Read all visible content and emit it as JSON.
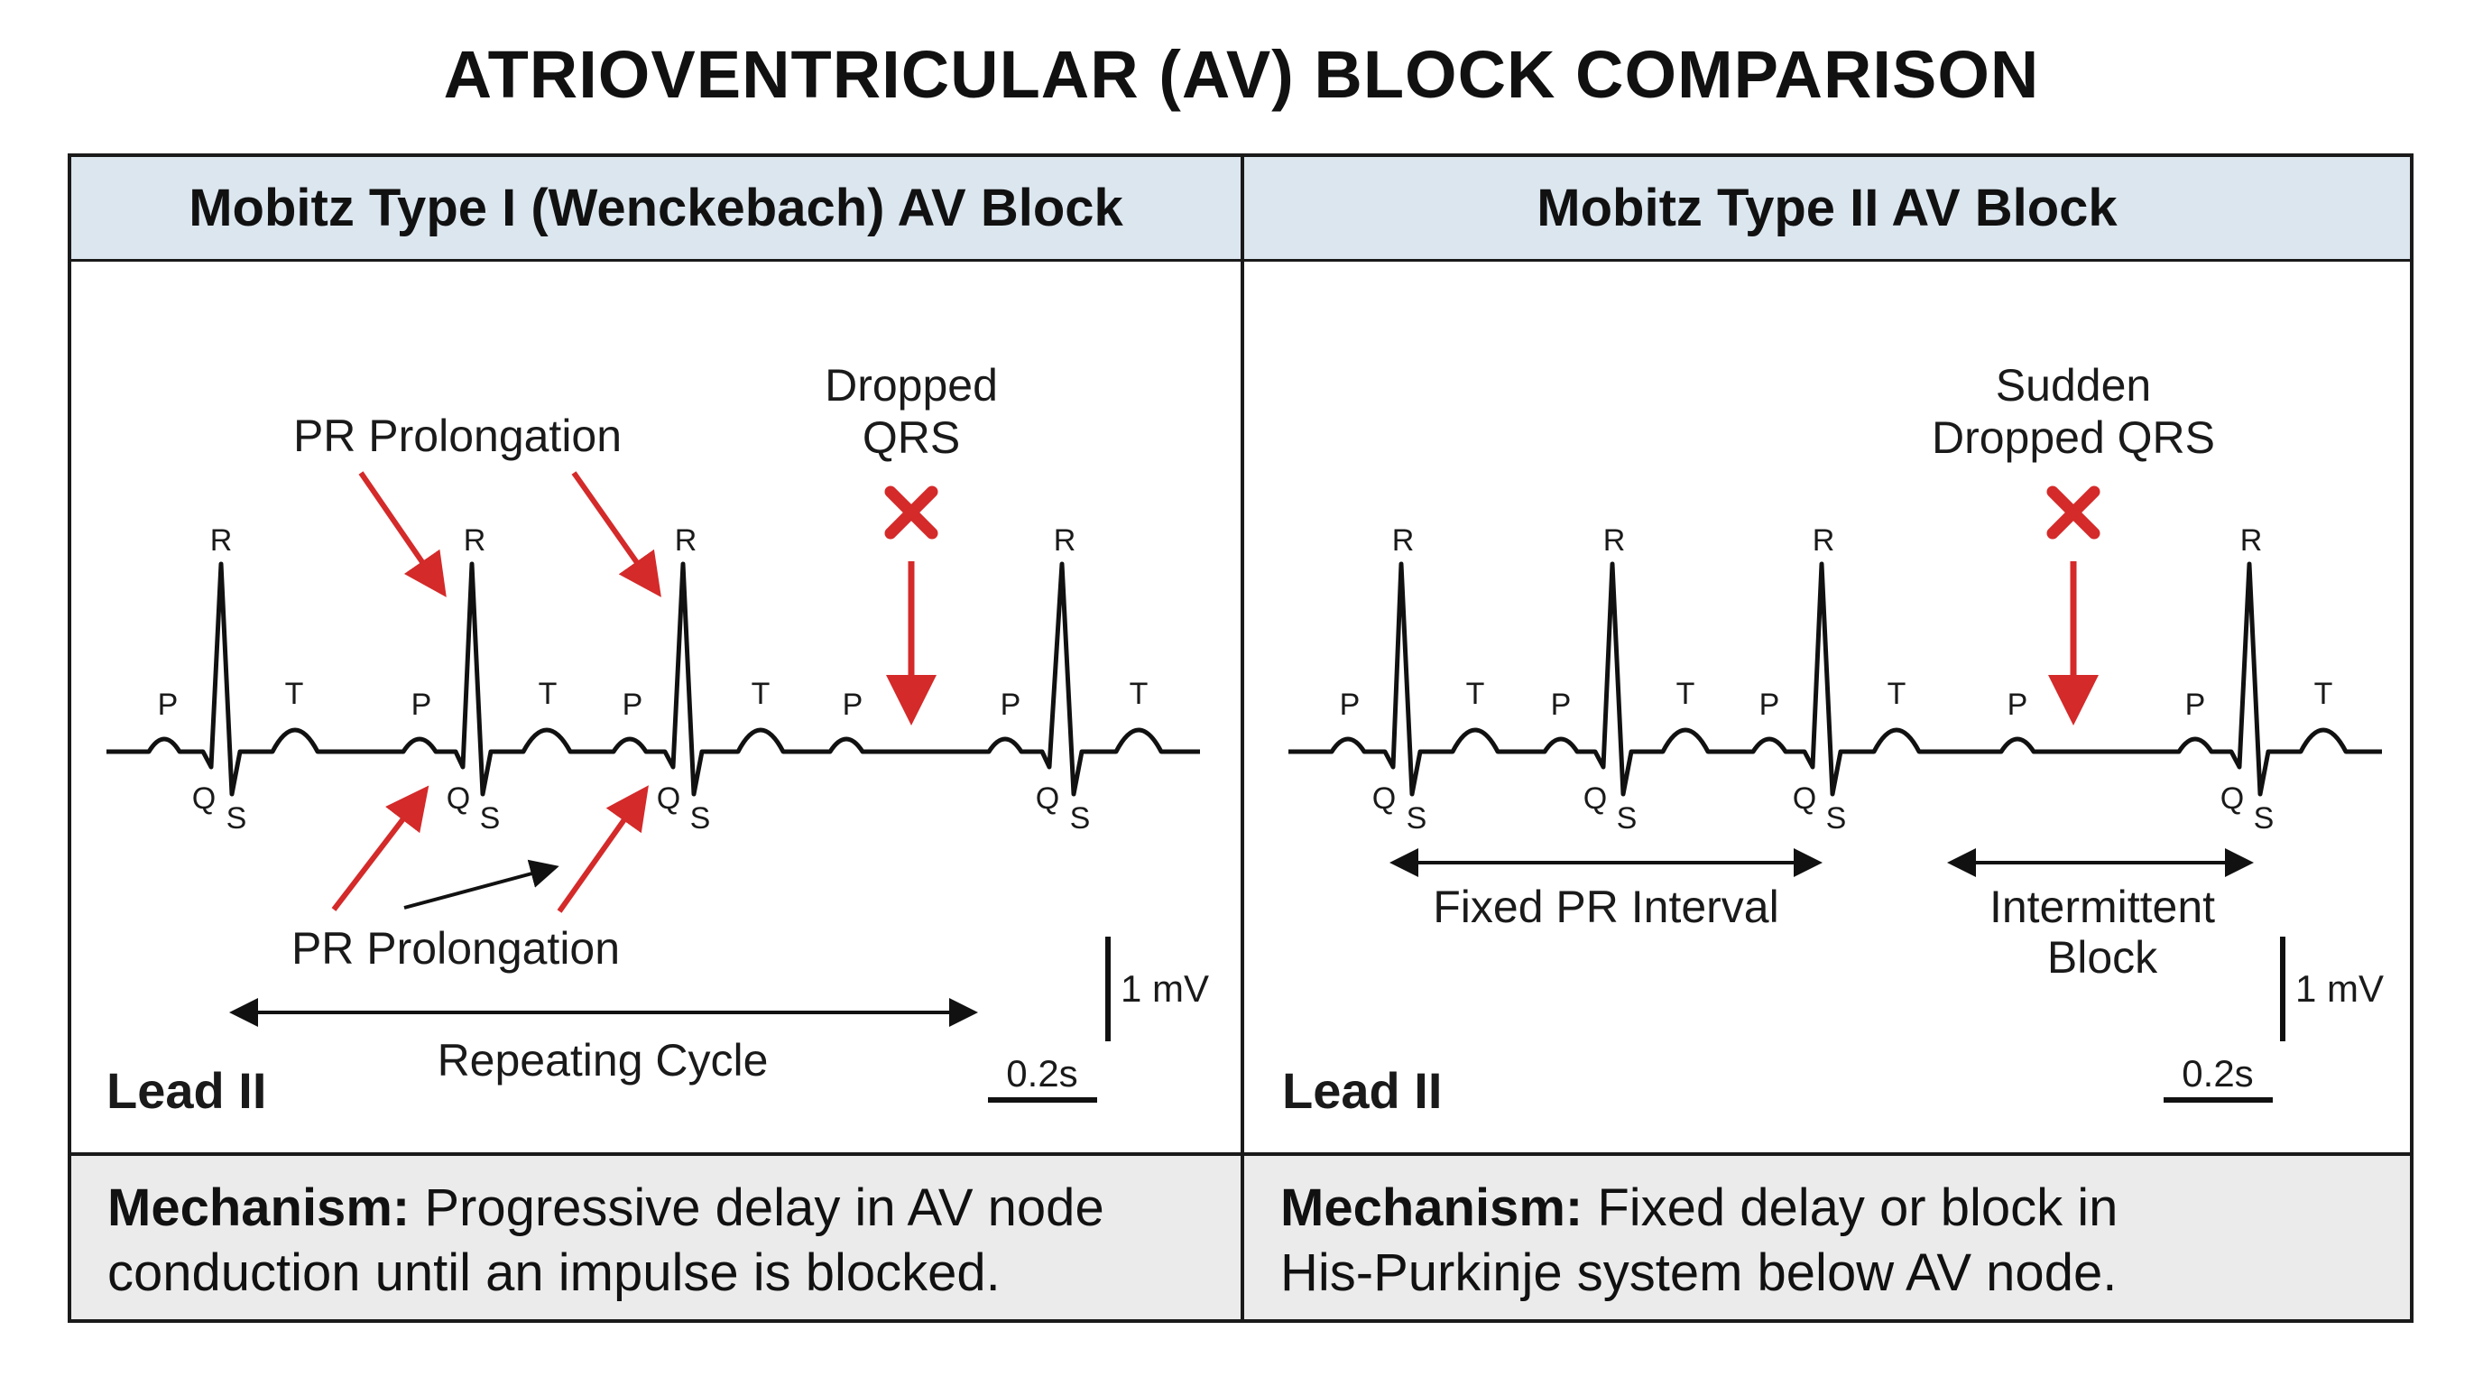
{
  "title": "ATRIOVENTRICULAR (AV) BLOCK COMPARISON",
  "colors": {
    "header_bg": "#dbe6ef",
    "footer_bg": "#ebebeb",
    "arrow_red": "#d42a2a",
    "trace": "#111111"
  },
  "left_panel": {
    "header": "Mobitz Type I (Wenckebach) AV Block",
    "dropped_label_line1": "Dropped",
    "dropped_label_line2": "QRS",
    "pr_label_top": "PR Prolongation",
    "pr_label_bottom": "PR Prolongation",
    "cycle_label": "Repeating Cycle",
    "lead": "Lead II",
    "scale_mv": "1 mV",
    "scale_time": "0.2s",
    "mechanism_label": "Mechanism:",
    "mechanism_line1": " Progressive delay in AV node",
    "mechanism_line2": "conduction until an impulse is blocked."
  },
  "right_panel": {
    "header": "Mobitz Type II AV Block",
    "dropped_label_line1": "Sudden",
    "dropped_label_line2": "Dropped QRS",
    "fixed_pr_label": "Fixed PR Interval",
    "block_label_line1": "Intermittent",
    "block_label_line2": "Block",
    "lead": "Lead II",
    "scale_mv": "1 mV",
    "scale_time": "0.2s",
    "mechanism_label": "Mechanism:",
    "mechanism_line1": " Fixed delay or block in",
    "mechanism_line2": "His-Purkinje system below AV node."
  },
  "wave_labels": {
    "p": "P",
    "q": "Q",
    "r": "R",
    "s": "S",
    "t": "T"
  }
}
